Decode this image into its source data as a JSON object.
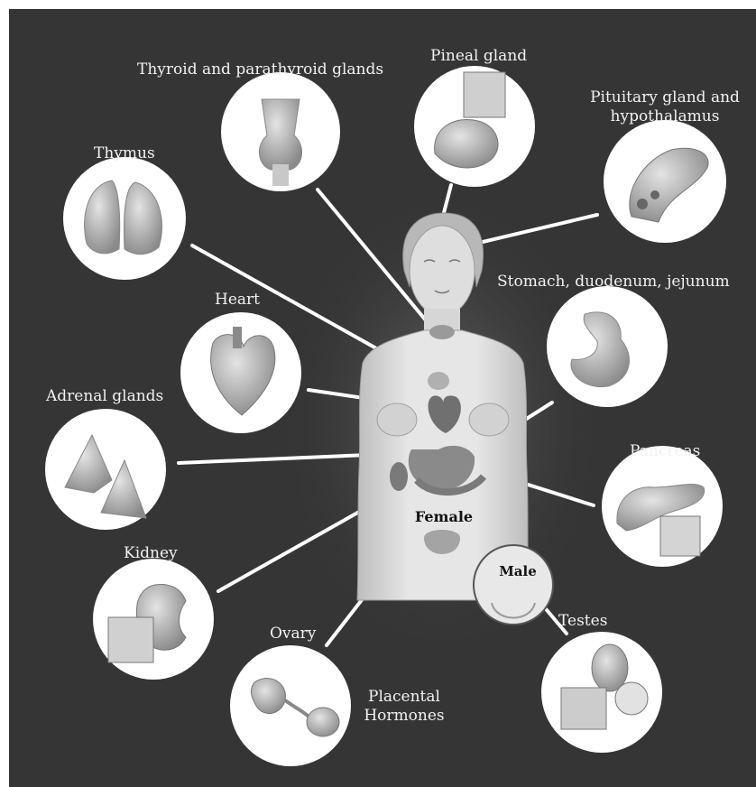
{
  "labels": {
    "thyroid": "Thyroid and parathyroid glands",
    "pineal": "Pineal gland",
    "pituitary_line1": "Pituitary gland and",
    "pituitary_line2": "hypothalamus",
    "thymus": "Thymus",
    "stomach": "Stomach, duodenum, jejunum",
    "heart": "Heart",
    "adrenal": "Adrenal glands",
    "pancreas": "Pancreas",
    "kidney": "Kidney",
    "ovary": "Ovary",
    "testes": "Testes",
    "placental_line1": "Placental",
    "placental_line2": "Hormones"
  },
  "figure": {
    "female": "Female",
    "male": "Male"
  },
  "colors": {
    "background": "#353535",
    "circle_fill": "#ffffff",
    "connector": "#ffffff",
    "label_text": "#f2f2f2"
  }
}
